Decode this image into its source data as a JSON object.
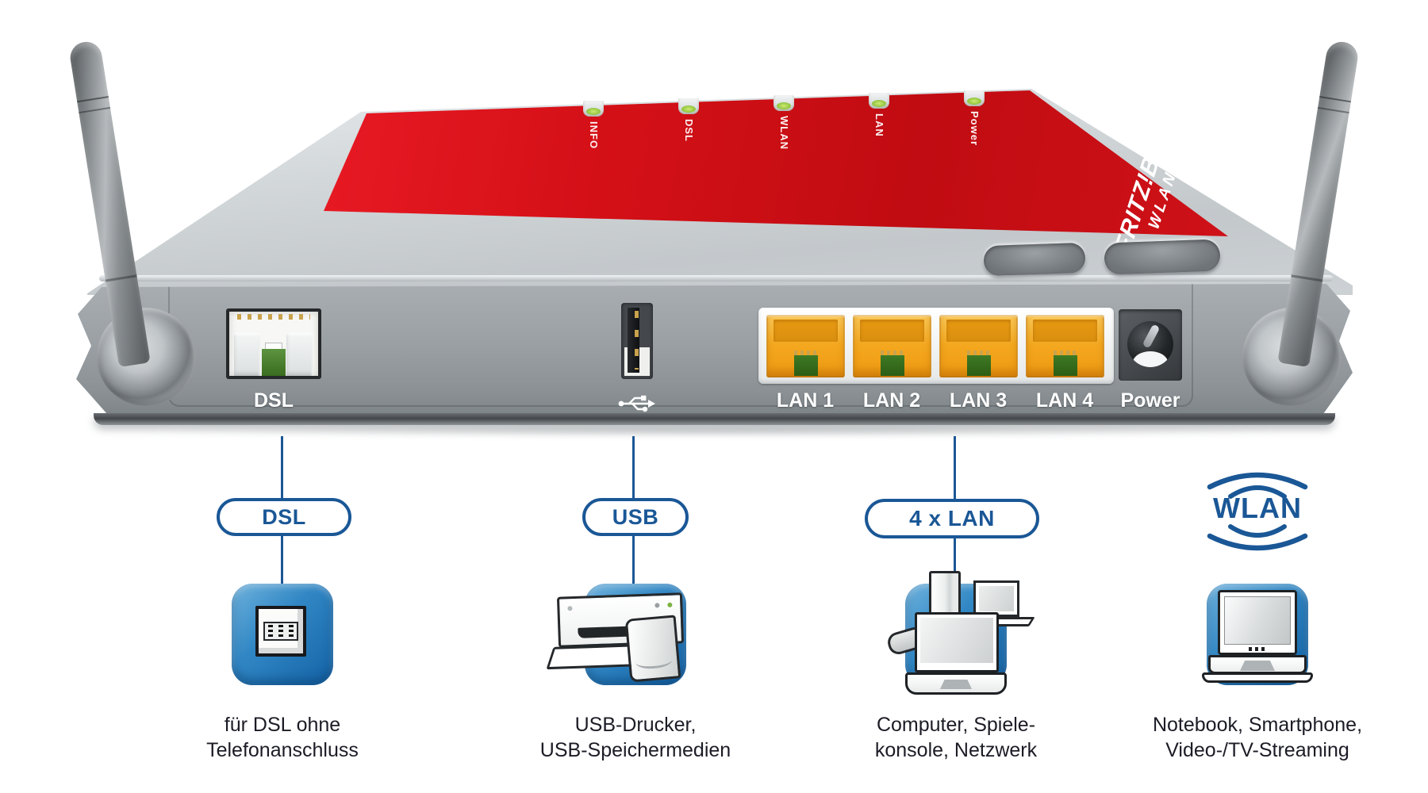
{
  "device": {
    "logo_line1": "FRITZ!Box",
    "logo_line2": "WLAN",
    "led_labels": [
      "INFO",
      "DSL",
      "WLAN",
      "LAN",
      "Power"
    ],
    "port_dsl_label": "DSL",
    "lan_labels": [
      "LAN 1",
      "LAN 2",
      "LAN 3",
      "LAN 4"
    ],
    "power_label": "Power"
  },
  "callouts": [
    {
      "pill": "DSL",
      "caption1": "für DSL ohne",
      "caption2": "Telefonanschluss"
    },
    {
      "pill": "USB",
      "caption1": "USB-Drucker,",
      "caption2": "USB-Speichermedien"
    },
    {
      "pill": "4 x LAN",
      "caption1": "Computer, Spiele-",
      "caption2": "konsole, Netzwerk"
    },
    {
      "pill": "WLAN",
      "caption1": "Notebook, Smartphone,",
      "caption2": "Video-/TV-Streaming"
    }
  ],
  "colors": {
    "accent_blue": "#1a5796",
    "device_red": "#c90d15",
    "body_silver": "#c9ced1",
    "rear_panel_gray": "#9aa0a4",
    "led_green": "#93c640",
    "port_orange": "#f2a71b",
    "icon_blue": "#2a7bbd",
    "caption_text": "#1c1c26"
  }
}
